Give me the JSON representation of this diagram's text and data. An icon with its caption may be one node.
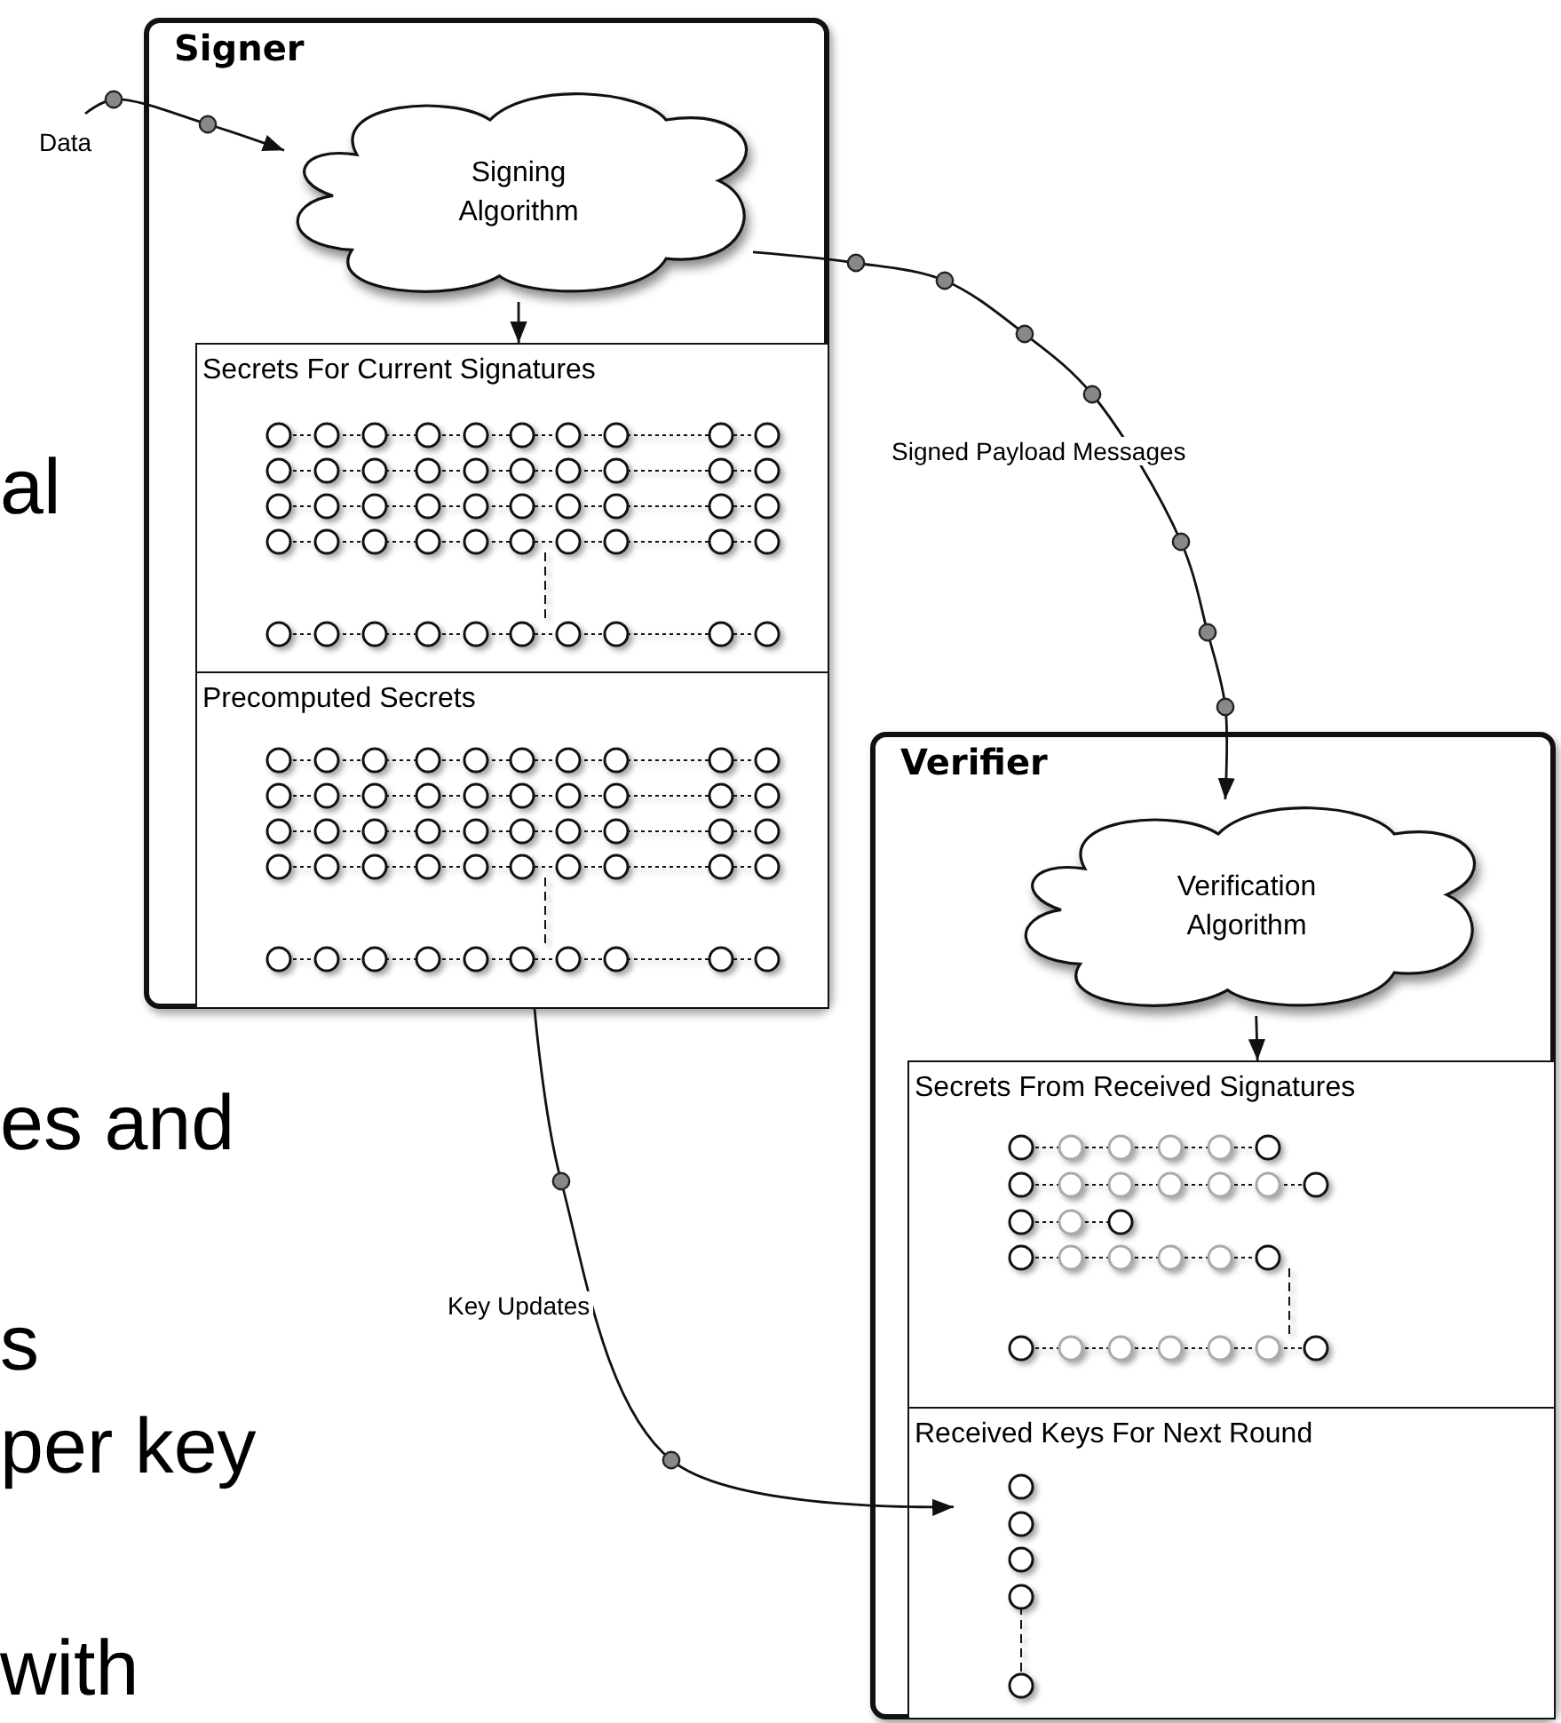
{
  "diagram": {
    "nodes": [
      {
        "text": [
          "Signer"
        ]
      },
      {
        "text": [
          "Signing Algorithm"
        ],
        "in": 0
      },
      {
        "text": [
          "Secrets For Current Signatures"
        ],
        "in": 0
      },
      {
        "text": [
          "Precomputed Secrets"
        ],
        "in": 0
      },
      {
        "text": [
          "Verifier"
        ]
      },
      {
        "text": [
          "Verification Algorithm"
        ],
        "in": 4
      },
      {
        "text": [
          "Secrets From Received Signatures"
        ],
        "in": 4
      },
      {
        "text": [
          "Received Keys For Next Round"
        ],
        "in": 4
      }
    ],
    "edges": [
      {
        "from": null,
        "to": 1,
        "arrow": "to",
        "label": "Data"
      },
      {
        "from": 1,
        "to": 2,
        "arrow": "to"
      },
      {
        "from": 1,
        "to": 5,
        "arrow": "to",
        "label": "Signed Payload Messages"
      },
      {
        "from": 5,
        "to": 6,
        "arrow": "to"
      },
      {
        "from": 0,
        "to": 7,
        "arrow": "to",
        "label": "Key Updates"
      }
    ],
    "labels": [
      "al",
      "es and",
      "s",
      "per key",
      "with"
    ]
  }
}
